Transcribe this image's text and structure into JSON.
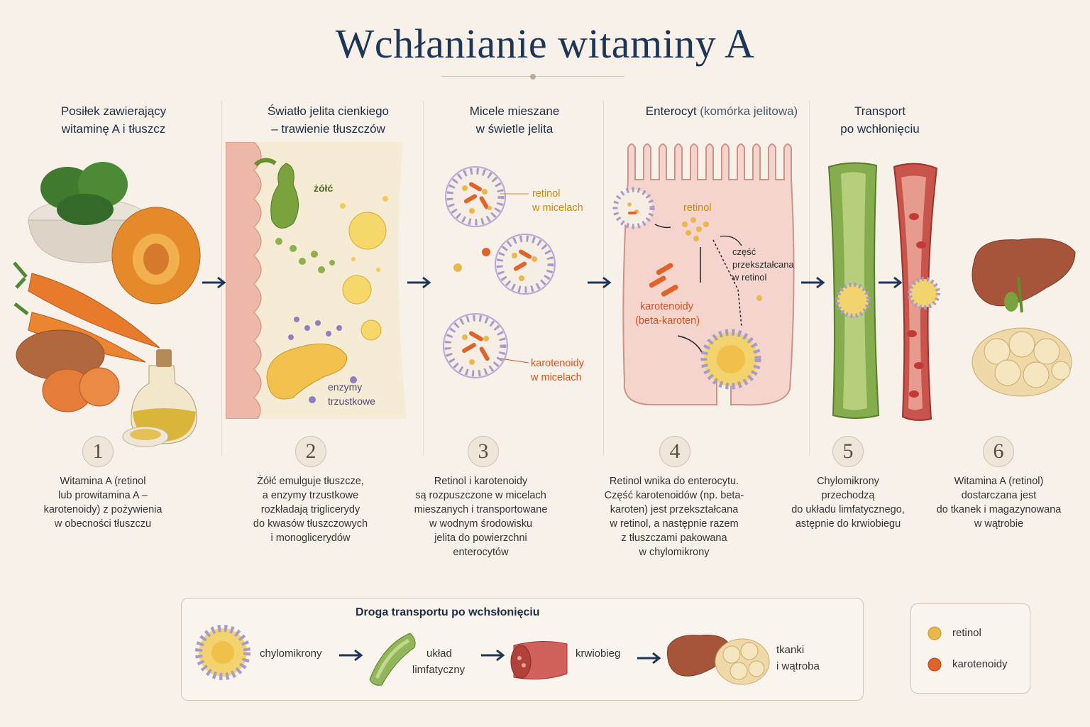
{
  "title": "Wchłanianie witaminy A",
  "steps": [
    {
      "number": "1",
      "head_lines": [
        "Posiłek zawierający",
        "witaminę A i tłuszcz"
      ],
      "desc_lines": [
        "Witamina A (retinol",
        "lub prowitamina A –",
        "karotenoidy) z pożywienia",
        "w obecności tłuszczu"
      ]
    },
    {
      "number": "2",
      "head_lines": [
        "Światło jelita cienkiego",
        "– trawienie tłuszczów"
      ],
      "desc_lines": [
        "Żółć emulguje tłuszcze,",
        "a enzymy trzustkowe",
        "rozkładają triglicerydy",
        "do kwasów tłuszczowych",
        "i monoglicerydów"
      ],
      "labels": {
        "bile": "żółć",
        "enzymes_1": "enzymy",
        "enzymes_2": "trzustkowe"
      }
    },
    {
      "number": "3",
      "head_lines": [
        "Micele mieszane",
        "w świetle jelita"
      ],
      "desc_lines": [
        "Retinol i karotenoidy",
        "są rozpuszczone w micelach",
        "mieszanych i transportowane",
        "w wodnym środowisku",
        "jelita do powierzchni",
        "enterocytów"
      ],
      "labels": {
        "retinol_1": "retinol",
        "retinol_2": "w micelach",
        "carot_1": "karotenoidy",
        "carot_2": "w micelach"
      }
    },
    {
      "number": "4",
      "head_main": "Enterocyt",
      "head_sub": "(komórka jelitowa)",
      "desc_lines": [
        "Retinol wnika do enterocytu.",
        "Część karotenoidów (np. beta-",
        "karoten) jest przekształcana",
        "w retinol, a następnie razem",
        "z tłuszczami pakowana",
        "w chylomikrony"
      ],
      "labels": {
        "retinol": "retinol",
        "part_1": "część",
        "part_2": "przekształcana",
        "part_3": "w retinol",
        "carot_1": "karotenoidy",
        "carot_2": "(beta-karoten)"
      }
    },
    {
      "number": "5",
      "head_lines": [
        "Transport",
        "po wchłonięciu"
      ],
      "desc_lines": [
        "Chylomikrony",
        "przechodzą",
        "do układu limfatycznego,",
        "astępnie do krwiobiegu"
      ]
    },
    {
      "number": "6",
      "head_lines": [],
      "desc_lines": [
        "Witamina A (retinol)",
        "dostarczana jest",
        "do tkanek i magazynowana",
        "w wątrobie"
      ]
    }
  ],
  "transport_box": {
    "title": "Droga transportu po wchsłonięciu",
    "items": [
      {
        "lines": [
          "chylomikrony"
        ]
      },
      {
        "lines": [
          "układ",
          "limfatyczny"
        ]
      },
      {
        "lines": [
          "krwiobieg"
        ]
      },
      {
        "lines": [
          "tkanki",
          "i wątroba"
        ]
      }
    ]
  },
  "legend": [
    {
      "label": "retinol",
      "color": "#e8b84a"
    },
    {
      "label": "karotenoidy",
      "color": "#e0632a"
    }
  ],
  "colors": {
    "title": "#1d3557",
    "arrow": "#1d3557",
    "retinol": "#e8b84a",
    "carotenoid": "#e0632a",
    "micelle_shell": "#a79bc9"
  }
}
